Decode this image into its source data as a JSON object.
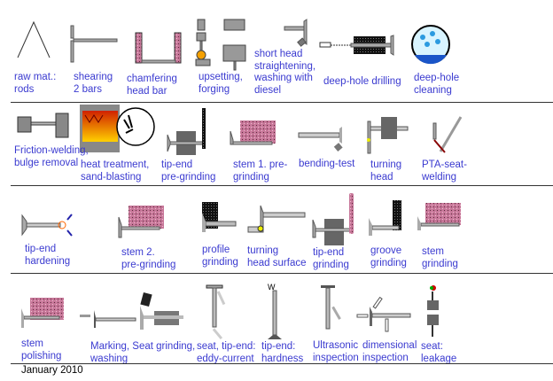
{
  "steps": [
    {
      "lines": [
        "raw mat.:",
        "rods"
      ]
    },
    {
      "lines": [
        "shearing",
        "2 bars"
      ]
    },
    {
      "lines": [
        "chamfering",
        "head bar"
      ]
    },
    {
      "lines": [
        "upsetting,",
        "forging"
      ]
    },
    {
      "lines": [
        "short head",
        "straightening,",
        "washing with",
        "diesel"
      ]
    },
    {
      "lines": [
        "deep-hole drilling"
      ]
    },
    {
      "lines": [
        "deep-hole",
        "cleaning"
      ]
    },
    {
      "lines": [
        "Friction-welding,",
        "bulge removal"
      ]
    },
    {
      "lines": [
        "heat treatment,",
        "sand-blasting"
      ]
    },
    {
      "lines": [
        "tip-end",
        "pre-grinding"
      ]
    },
    {
      "lines": [
        "stem 1. pre-",
        "grinding"
      ]
    },
    {
      "lines": [
        "bending-test"
      ]
    },
    {
      "lines": [
        "turning",
        "head"
      ]
    },
    {
      "lines": [
        "PTA-seat-",
        "welding"
      ]
    },
    {
      "lines": [
        "tip-end",
        "hardening"
      ]
    },
    {
      "lines": [
        "stem 2.",
        "pre-grinding"
      ]
    },
    {
      "lines": [
        "profile",
        "grinding"
      ]
    },
    {
      "lines": [
        "turning",
        "head surface"
      ]
    },
    {
      "lines": [
        "tip-end",
        "grinding"
      ]
    },
    {
      "lines": [
        "groove",
        "grinding"
      ]
    },
    {
      "lines": [
        "stem",
        "grinding"
      ]
    },
    {
      "lines": [
        "stem",
        "polishing"
      ]
    },
    {
      "lines": [
        "Marking, Seat grinding,",
        "washing"
      ]
    },
    {
      "lines": [
        "seat, tip-end:",
        "eddy-current"
      ]
    },
    {
      "lines": [
        "tip-end:",
        "hardness"
      ]
    },
    {
      "lines": [
        "Ultrasonic",
        "inspection"
      ]
    },
    {
      "lines": [
        "dimensional",
        "inspection"
      ]
    },
    {
      "lines": [
        "seat:",
        "leakage"
      ]
    }
  ],
  "hardness_mark": "W",
  "footer": {
    "date": "January 2010"
  },
  "colors": {
    "label": "#3a3ad0",
    "grinder": "#b86a8a",
    "metal": "#a8a8a8"
  }
}
